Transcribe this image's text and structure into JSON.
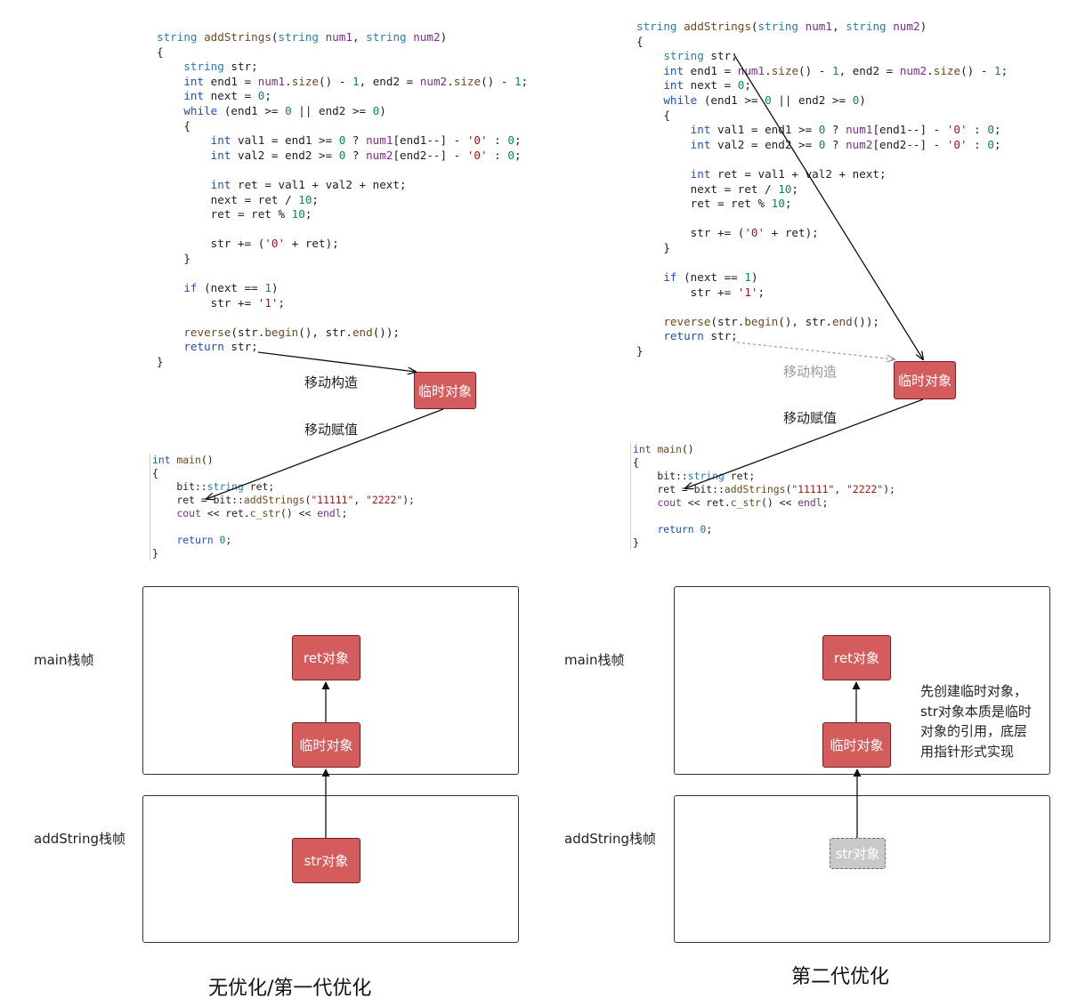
{
  "left_panel": {
    "add_strings_code": [
      "string addStrings(string num1, string num2)",
      "{",
      "    string str;",
      "    int end1 = num1.size() - 1, end2 = num2.size() - 1;",
      "    int next = 0;",
      "    while (end1 >= 0 || end2 >= 0)",
      "    {",
      "        int val1 = end1 >= 0 ? num1[end1--] - '0' : 0;",
      "        int val2 = end2 >= 0 ? num2[end2--] - '0' : 0;",
      "",
      "        int ret = val1 + val2 + next;",
      "        next = ret / 10;",
      "        ret = ret % 10;",
      "",
      "        str += ('0' + ret);",
      "    }",
      "",
      "    if (next == 1)",
      "        str += '1';",
      "",
      "    reverse(str.begin(), str.end());",
      "    return str;",
      "}"
    ],
    "main_code": [
      "int main()",
      "{",
      "    bit::string ret;",
      "    ret = bit::addStrings(\"11111\", \"2222\");",
      "    cout << ret.c_str() << endl;",
      "",
      "    return 0;",
      "}"
    ],
    "temp_node": "临时对象",
    "move_construct_label": "移动构造",
    "move_assign_label": "移动赋值",
    "main_frame_label": "main栈帧",
    "addstring_frame_label": "addString栈帧",
    "ret_node": "ret对象",
    "frame_temp_node": "临时对象",
    "str_node": "str对象",
    "caption": "无优化/第一代优化"
  },
  "right_panel": {
    "add_strings_code": [
      "string addStrings(string num1, string num2)",
      "{",
      "    string str;",
      "    int end1 = num1.size() - 1, end2 = num2.size() - 1;",
      "    int next = 0;",
      "    while (end1 >= 0 || end2 >= 0)",
      "    {",
      "        int val1 = end1 >= 0 ? num1[end1--] - '0' : 0;",
      "        int val2 = end2 >= 0 ? num2[end2--] - '0' : 0;",
      "",
      "        int ret = val1 + val2 + next;",
      "        next = ret / 10;",
      "        ret = ret % 10;",
      "",
      "        str += ('0' + ret);",
      "    }",
      "",
      "    if (next == 1)",
      "        str += '1';",
      "",
      "    reverse(str.begin(), str.end());",
      "    return str;",
      "}"
    ],
    "main_code": [
      "int main()",
      "{",
      "    bit::string ret;",
      "    ret = bit::addStrings(\"11111\", \"2222\");",
      "    cout << ret.c_str() << endl;",
      "",
      "    return 0;",
      "}"
    ],
    "temp_node": "临时对象",
    "move_construct_label": "移动构造",
    "move_assign_label": "移动赋值",
    "main_frame_label": "main栈帧",
    "addstring_frame_label": "addString栈帧",
    "ret_node": "ret对象",
    "frame_temp_node": "临时对象",
    "str_node": "str对象",
    "note": "先创建临时对象，str对象本质是临时对象的引用，底层用指针形式实现",
    "caption": "第二代优化"
  },
  "colors": {
    "node_fill": "#d45c5c",
    "node_border": "#7a1f1f",
    "ghost_fill": "#c9c9c9",
    "keyword": "#1f4fb8",
    "string_literal": "#a31515"
  }
}
